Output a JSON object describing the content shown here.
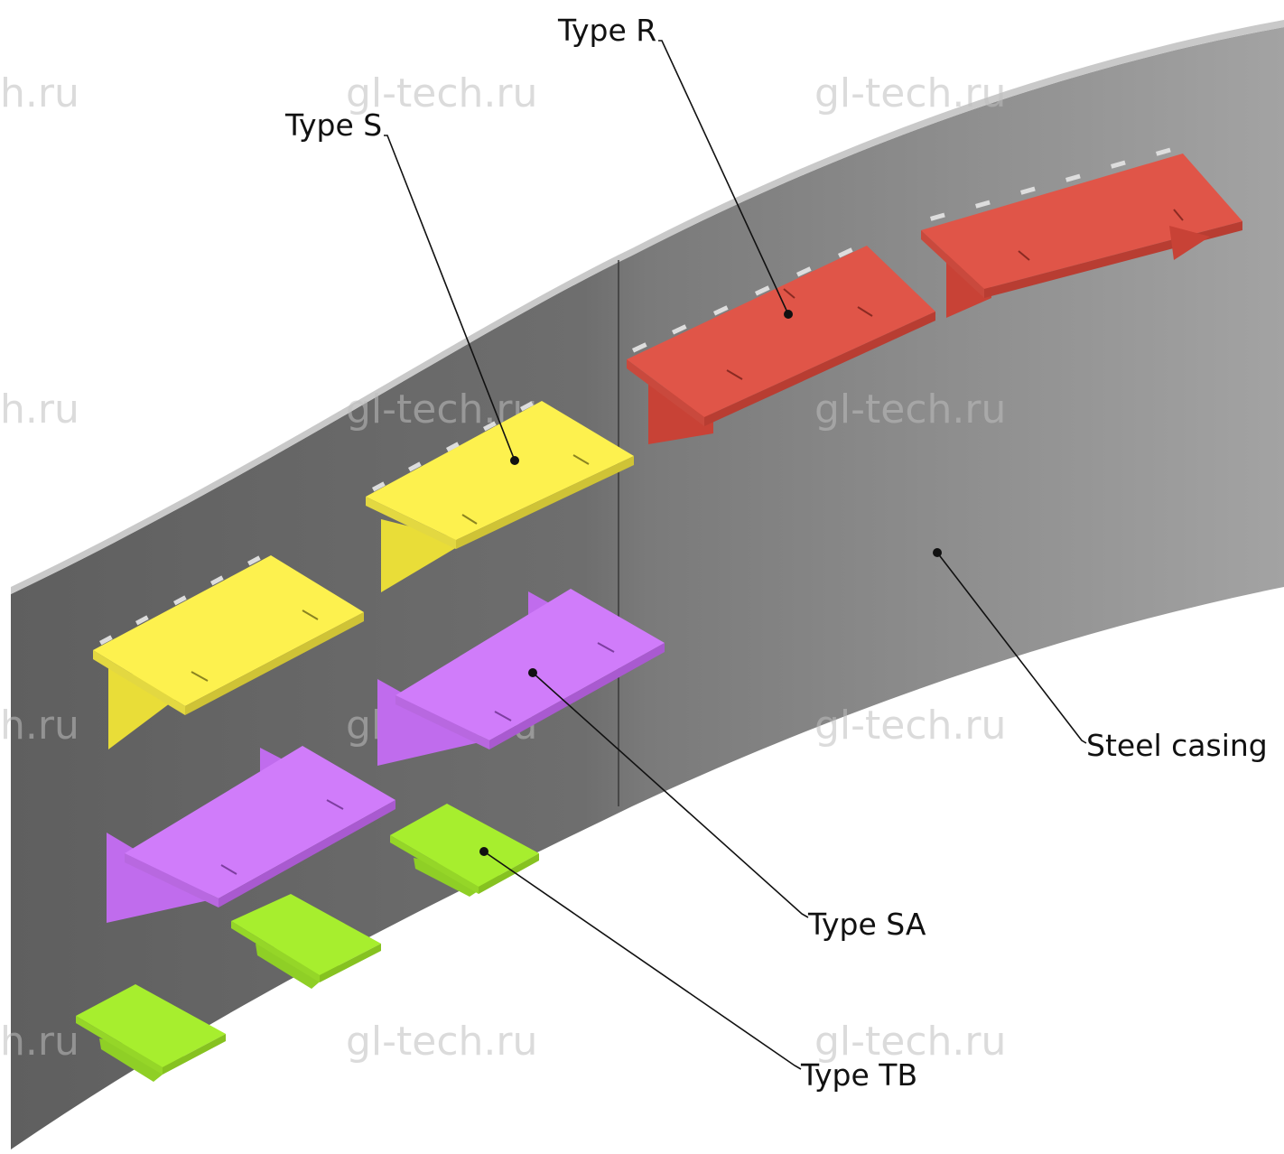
{
  "watermark": "gl-tech.ru",
  "watermark_partial": "h.ru",
  "labels": {
    "type_r": "Type R",
    "type_s": "Type S",
    "type_sa": "Type SA",
    "type_tb": "Type TB",
    "steel_casing": "Steel casing"
  },
  "colors": {
    "casing_dark": "#666666",
    "casing_light": "#9c9c9c",
    "type_r": "#e05548",
    "type_s": "#fdf14e",
    "type_sa": "#d07cfa",
    "type_tb": "#a7ee2e"
  }
}
